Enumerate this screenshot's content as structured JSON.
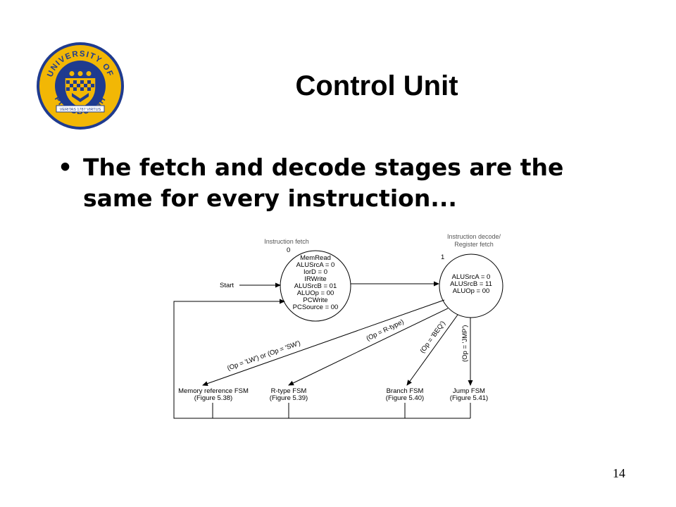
{
  "slide": {
    "title": "Control Unit",
    "bullet": "The fetch and decode stages are the same for every instruction...",
    "page_number": "14"
  },
  "logo": {
    "text_top": "UNIVERSITY OF",
    "text_bottom": "PITTSBURGH",
    "ribbon": "VERITAS 1787 VIRTUS",
    "colors": {
      "blue": "#1f3b8f",
      "gold": "#f2b705"
    }
  },
  "diagram": {
    "start_label": "Start",
    "state0": {
      "number": "0",
      "label": "Instruction fetch",
      "signals": [
        "MemRead",
        "ALUSrcA = 0",
        "IorD = 0",
        "IRWrite",
        "ALUSrcB = 01",
        "ALUOp = 00",
        "PCWrite",
        "PCSource = 00"
      ]
    },
    "state1": {
      "number": "1",
      "label_lines": [
        "Instruction decode/",
        "Register fetch"
      ],
      "signals": [
        "ALUSrcA = 0",
        "ALUSrcB = 11",
        "ALUOp = 00"
      ]
    },
    "transitions": {
      "memref": "(Op = 'LW') or (Op = 'SW')",
      "rtype": "(Op = R-type)",
      "branch": "(Op = 'BEQ')",
      "jump": "(Op = 'JMP')"
    },
    "targets": [
      {
        "name": "Memory reference FSM",
        "figure": "(Figure 5.38)"
      },
      {
        "name": "R-type FSM",
        "figure": "(Figure 5.39)"
      },
      {
        "name": "Branch FSM",
        "figure": "(Figure 5.40)"
      },
      {
        "name": "Jump FSM",
        "figure": "(Figure 5.41)"
      }
    ]
  }
}
